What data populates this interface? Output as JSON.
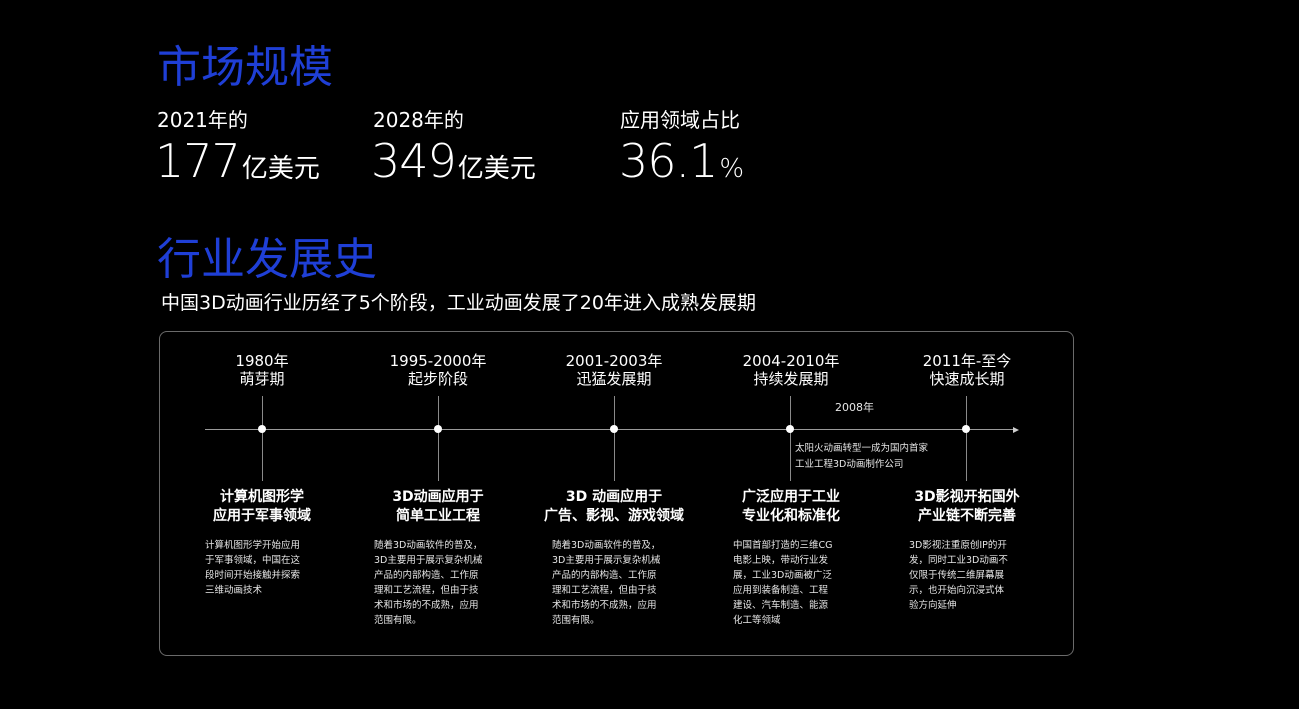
{
  "market": {
    "title": "市场规模",
    "stats": [
      {
        "label": "2021年的",
        "value": "177",
        "unit": "亿美元"
      },
      {
        "label": "2028年的",
        "value": "349",
        "unit": "亿美元"
      },
      {
        "label": "应用领域占比",
        "value": "36.1",
        "unit": "%"
      }
    ]
  },
  "history": {
    "title": "行业发展史",
    "subtitle": "中国3D动画行业历经了5个阶段，工业动画发展了20年进入成熟发展期",
    "stages": [
      {
        "year": "1980年",
        "phase": "萌芽期",
        "title_line1": "计算机图形学",
        "title_line2": "应用于军事领域",
        "desc": [
          "计算机图形学开始应用",
          "于军事领域，中国在这",
          "段时间开始接触并探索",
          "三维动画技术"
        ]
      },
      {
        "year": "1995-2000年",
        "phase": "起步阶段",
        "title_line1": "3D动画应用于",
        "title_line2": "简单工业工程",
        "desc": [
          "随着3D动画软件的普及，",
          "3D主要用于展示复杂机械",
          "产品的内部构造、工作原",
          "理和工艺流程，但由于技",
          "术和市场的不成熟，应用",
          "范围有限。"
        ]
      },
      {
        "year": "2001-2003年",
        "phase": "迅猛发展期",
        "title_line1": "3D 动画应用于",
        "title_line2": "广告、影视、游戏领域",
        "desc": [
          "随着3D动画软件的普及，",
          "3D主要用于展示复杂机械",
          "产品的内部构造、工作原",
          "理和工艺流程，但由于技",
          "术和市场的不成熟，应用",
          "范围有限。"
        ]
      },
      {
        "year": "2004-2010年",
        "phase": "持续发展期",
        "title_line1": "广泛应用于工业",
        "title_line2": "专业化和标准化",
        "desc": [
          "中国首部打造的三维CG",
          "电影上映，带动行业发",
          "展，工业3D动画被广泛",
          "应用到装备制造、工程",
          "建设、汽车制造、能源",
          "化工等领域"
        ]
      },
      {
        "year": "2011年-至今",
        "phase": "快速成长期",
        "title_line1": "3D影视开拓国外",
        "title_line2": "产业链不断完善",
        "desc": [
          "3D影视注重原创IP的开",
          "发，同时工业3D动画不",
          "仅限于传统二维屏幕展",
          "示，也开始向沉浸式体",
          "验方向延伸"
        ]
      }
    ],
    "note": {
      "year": "2008年",
      "lines": [
        "太阳火动画转型一成为国内首家",
        "工业工程3D动画制作公司"
      ]
    }
  }
}
